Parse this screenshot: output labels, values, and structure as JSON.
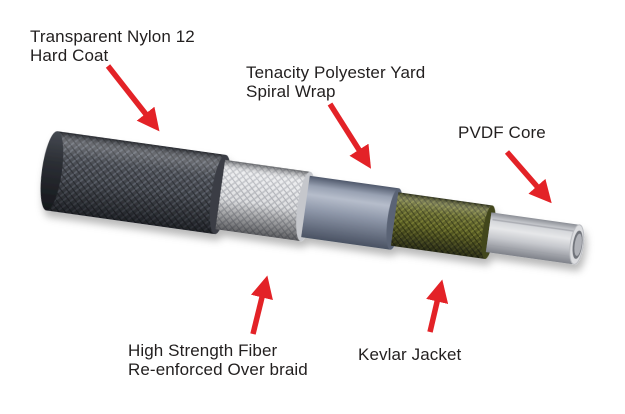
{
  "figure": {
    "type": "layered-hose-cutaway-diagram",
    "labels": {
      "hard_coat": {
        "line1": "Transparent Nylon 12",
        "line2": "Hard Coat"
      },
      "spiral_wrap": {
        "line1": "Tenacity Polyester Yard",
        "line2": "Spiral Wrap"
      },
      "pvdf_core": {
        "line1": "PVDF Core"
      },
      "overbraid": {
        "line1": "High Strength Fiber",
        "line2": "Re-enforced Over braid"
      },
      "kevlar": {
        "line1": "Kevlar Jacket"
      }
    },
    "colors": {
      "arrow": "#e32227",
      "text": "#221f1f",
      "nylon_braid": "#44474e",
      "fiber_braid": "#e8e9eb",
      "spiral_wrap": "#8d96a8",
      "kevlar_jacket": "#5d6126",
      "pvdf_core": "#cfd1d6",
      "background": "#ffffff"
    }
  }
}
